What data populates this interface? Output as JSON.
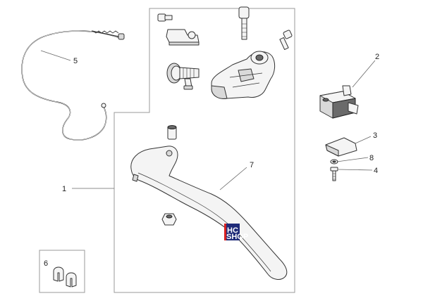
{
  "callouts": {
    "c1": "1",
    "c2": "2",
    "c3": "3",
    "c4": "4",
    "c5": "5",
    "c6": "6",
    "c7": "7",
    "c8": "8"
  },
  "watermark": {
    "line1": "HC",
    "line2": "SHOP"
  },
  "colors": {
    "frame": "#9a9a9a",
    "line": "#333333",
    "watermark_blue": "#1e2a78",
    "watermark_red": "#d62020"
  }
}
